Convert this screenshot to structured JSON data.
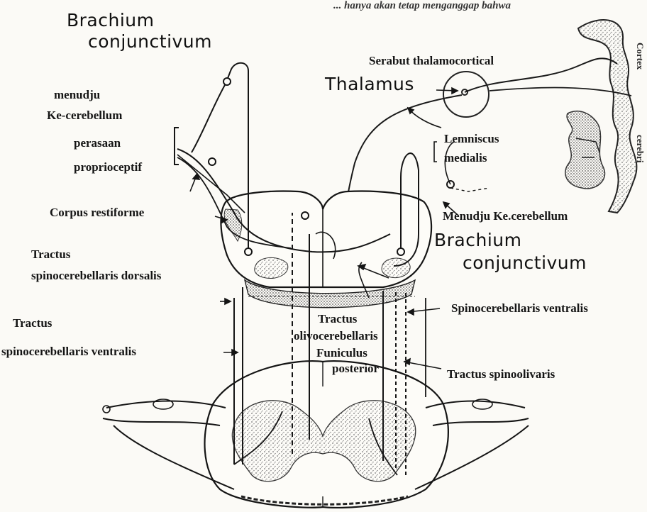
{
  "header_fragment": "... hanya akan tetap menganggap bahwa",
  "labels": {
    "brachium_top_line1": "Brachium",
    "brachium_top_line2": "conjunctivum",
    "menudju_line1": "menudju",
    "menudju_line2": "Ke-cerebellum",
    "perasaan": "perasaan",
    "proprioceptif": "proprioceptif",
    "corpus_restiforme": "Corpus restiforme",
    "tractus_dorsalis_line1": "Tractus",
    "tractus_dorsalis_line2": "spinocerebellaris dorsalis",
    "tractus_ventralis_line1": "Tractus",
    "tractus_ventralis_line2": "spinocerebellaris ventralis",
    "serabut": "Serabut thalamocortical",
    "thalamus": "Thalamus",
    "lemniscus_line1": "Lemniscus",
    "lemniscus_line2": "medialis",
    "menudju_right": "Menudju Ke.cerebellum",
    "brachium_right_line1": "Brachium",
    "brachium_right_line2": "conjunctivum",
    "spino_ventralis_right": "Spinocerebellaris ventralis",
    "olivo_line1": "Tractus",
    "olivo_line2": "olivocerebellaris",
    "funiculus_line1": "Funiculus",
    "funiculus_line2": "posterior",
    "spinoolivaris": "Tractus spinoolivaris",
    "cortex_vertical_1": "Cortex",
    "cortex_vertical_2": "cerebri"
  },
  "colors": {
    "ink": "#151515",
    "paper": "#fbfaf6",
    "stipple": "#8a8a8a"
  }
}
